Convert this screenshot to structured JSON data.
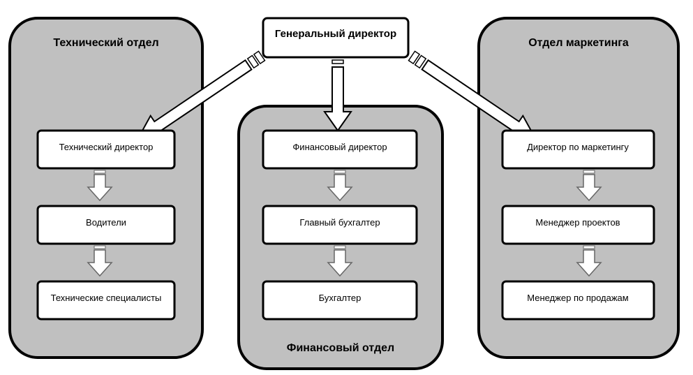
{
  "ceo": {
    "label": "Генеральный директор"
  },
  "departments": [
    {
      "title": "Технический отдел",
      "roles": [
        "Технический директор",
        "Водители",
        "Технические специалисты"
      ]
    },
    {
      "title": "Финансовый отдел",
      "roles": [
        "Финансовый директор",
        "Главный бухгалтер",
        "Бухгалтер"
      ]
    },
    {
      "title": "Отдел маркетинга",
      "roles": [
        "Директор по маркетингу",
        "Менеджер проектов",
        "Менеджер по продажам"
      ]
    }
  ],
  "colors": {
    "panel_fill": "#c0c0c0",
    "panel_stroke": "#000000",
    "node_fill": "#ffffff",
    "arrow_fill": "#ffffff"
  }
}
